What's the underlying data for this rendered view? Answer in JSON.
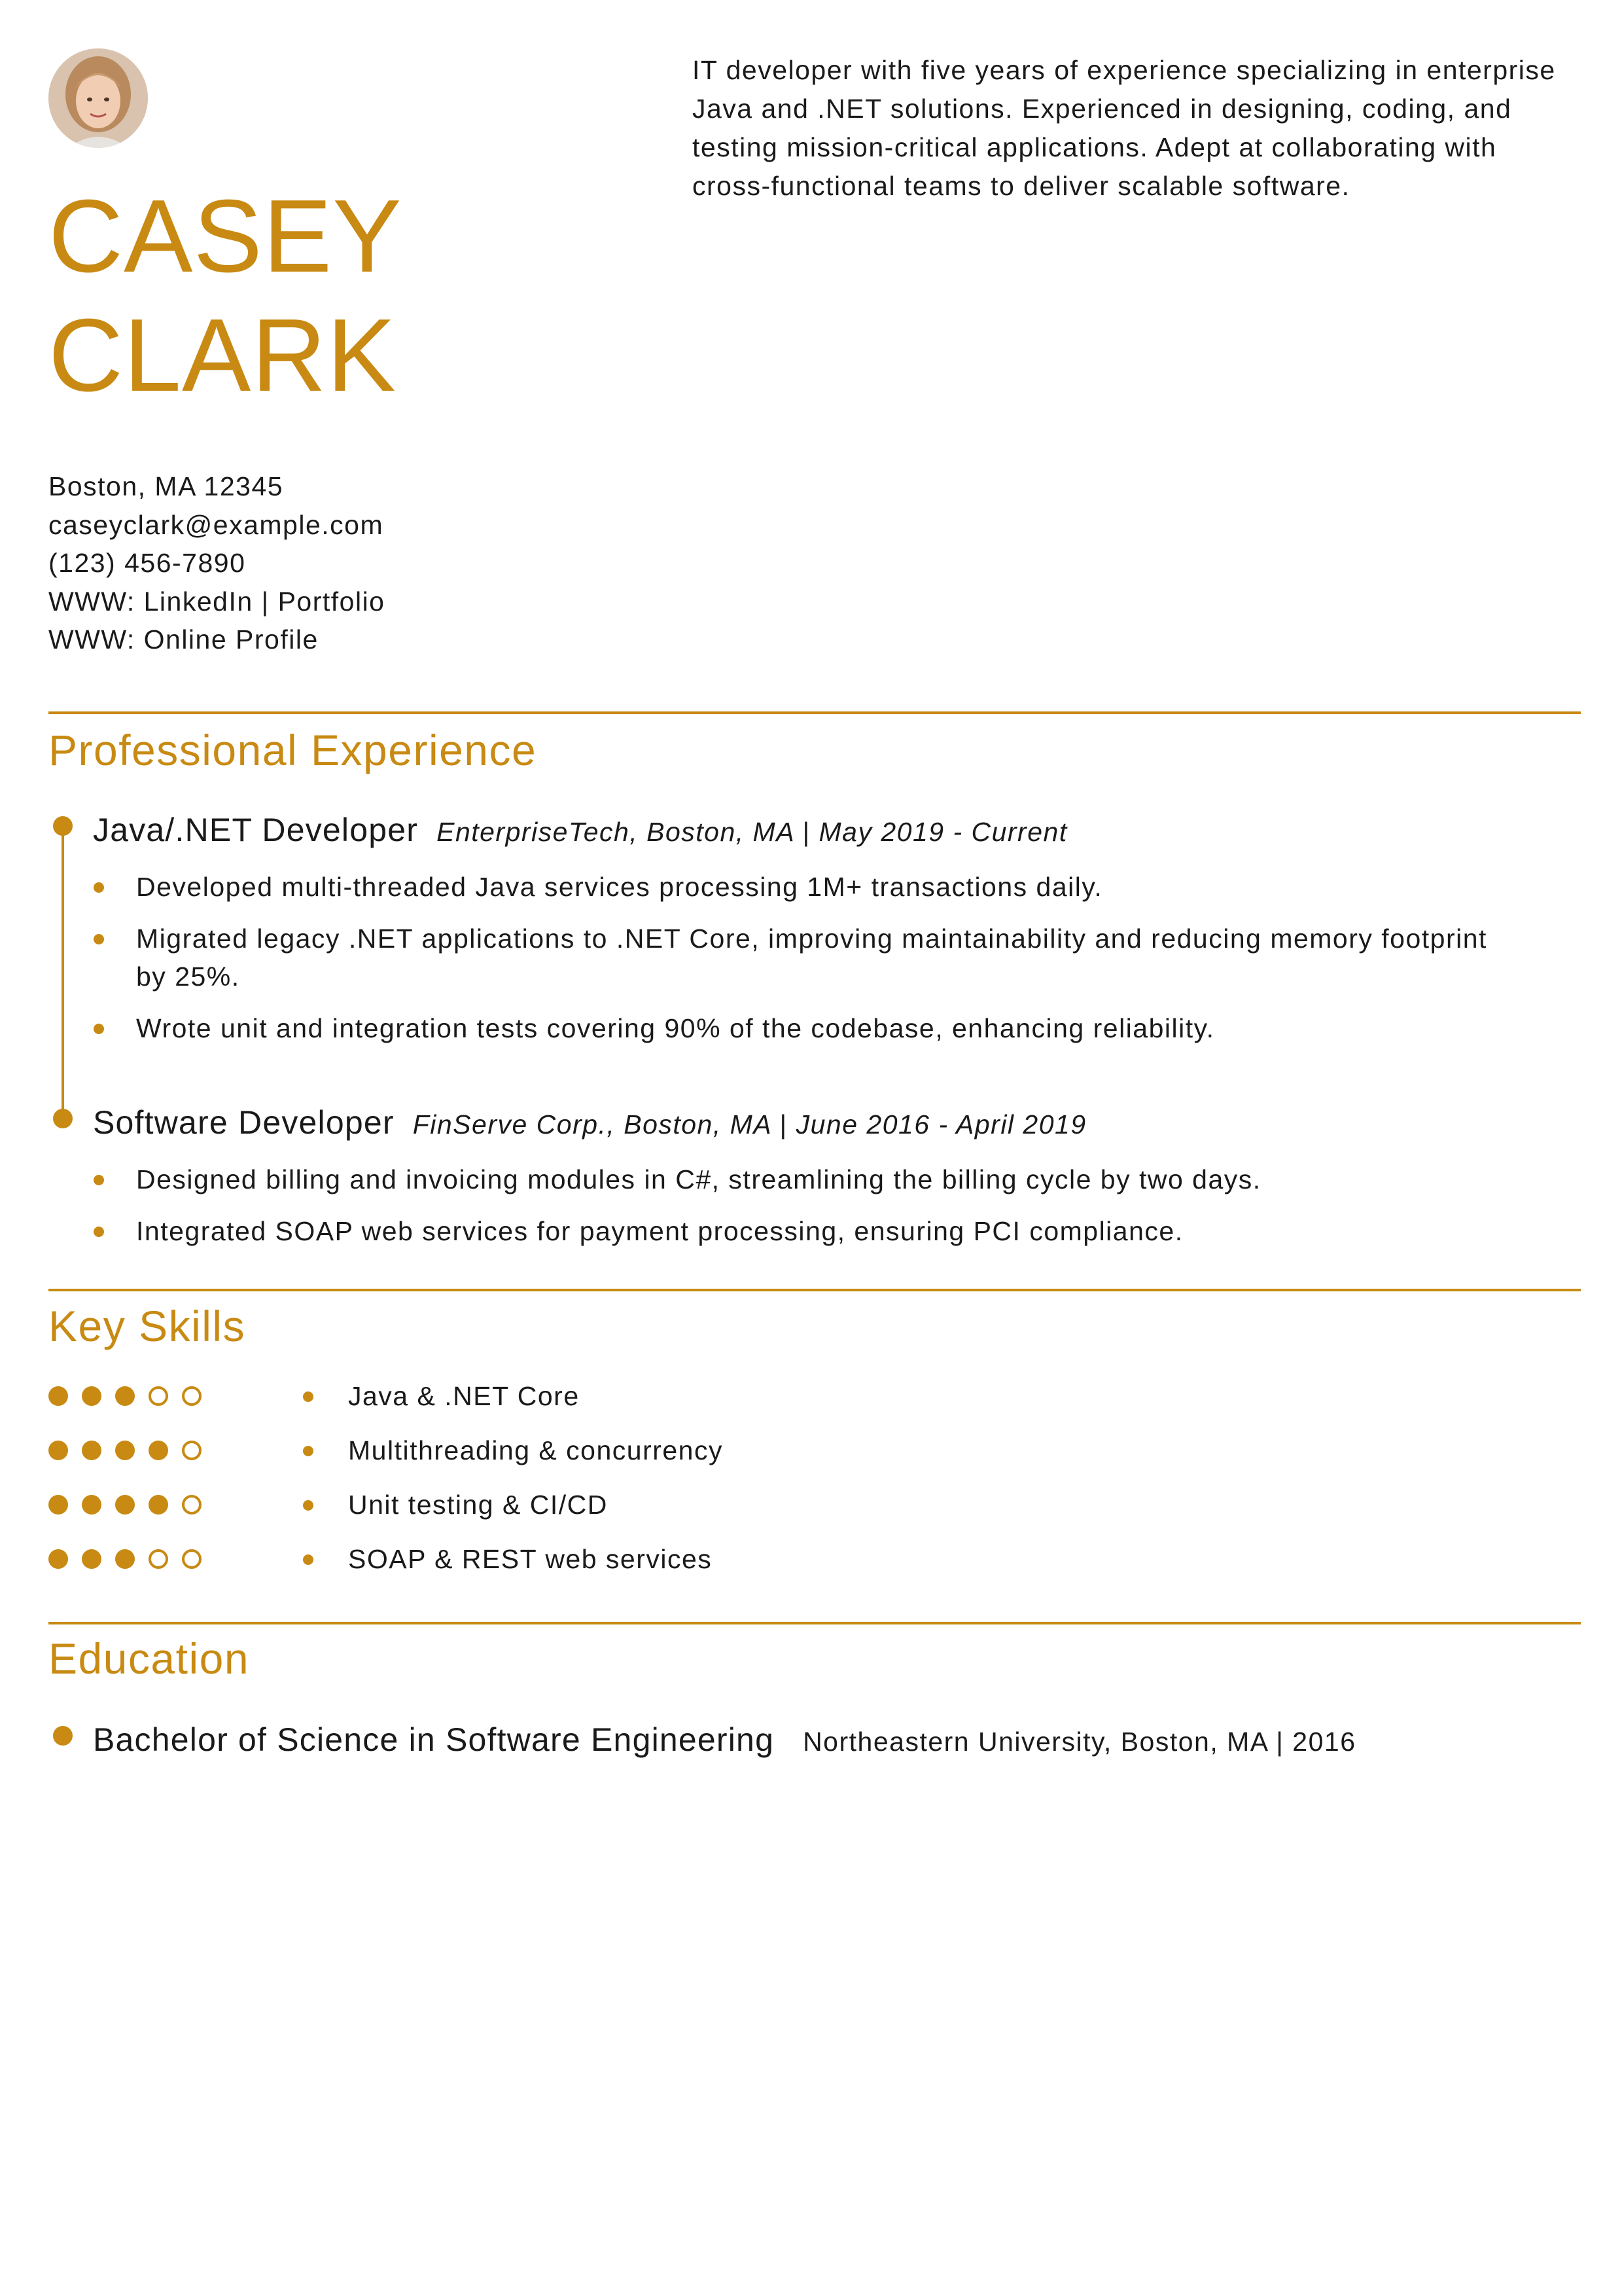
{
  "header": {
    "first_name": "CASEY",
    "last_name": "CLARK",
    "summary": "IT developer with five years of experience specializing in enterprise Java and .NET solutions. Experienced in designing, coding, and testing mission-critical applications. Adept at collaborating with cross-functional teams to deliver scalable software."
  },
  "contact": {
    "address": "Boston, MA 12345",
    "email": "caseyclark@example.com",
    "phone": "(123) 456-7890",
    "www1": "WWW: LinkedIn | Portfolio",
    "www2": "WWW: Online Profile"
  },
  "experience": {
    "title": "Professional Experience",
    "jobs": [
      {
        "role": "Java/.NET Developer",
        "company": "EnterpriseTech",
        "location": ", Boston, MA",
        "separator": "|",
        "dates": "May 2019 - Current",
        "bullets": [
          "Developed multi-threaded Java services processing 1M+ transactions daily.",
          "Migrated legacy .NET applications to .NET Core, improving maintainability and reducing memory footprint by 25%.",
          "Wrote unit and integration tests covering 90% of the codebase, enhancing reliability."
        ]
      },
      {
        "role": "Software Developer",
        "company": "FinServe Corp.",
        "location": ", Boston, MA",
        "separator": "|",
        "dates": "June 2016 - April 2019",
        "bullets": [
          "Designed billing and invoicing modules in C#, streamlining the billing cycle by two days.",
          "Integrated SOAP web services for payment processing, ensuring PCI compliance."
        ]
      }
    ]
  },
  "skills": {
    "title": "Key Skills",
    "items": [
      {
        "label": "Java & .NET Core",
        "rating": 3,
        "max": 5
      },
      {
        "label": "Multithreading & concurrency",
        "rating": 4,
        "max": 5
      },
      {
        "label": "Unit testing & CI/CD",
        "rating": 4,
        "max": 5
      },
      {
        "label": "SOAP & REST web services",
        "rating": 3,
        "max": 5
      }
    ]
  },
  "education": {
    "title": "Education",
    "degree": "Bachelor of Science in Software Engineering",
    "details": "Northeastern University, Boston, MA | 2016"
  },
  "colors": {
    "accent": "#c88a12",
    "text": "#1a1a1a"
  }
}
